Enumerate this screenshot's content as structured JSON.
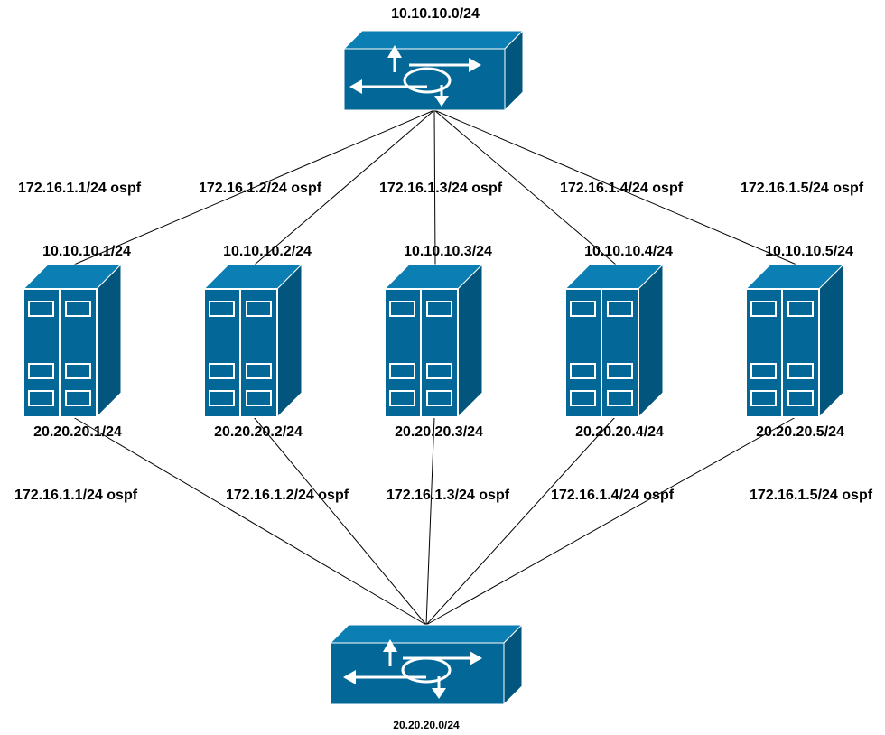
{
  "colors": {
    "device": "#036897",
    "device_side": "#02557c",
    "device_top": "#0b7eb3",
    "line": "#000000",
    "glyph": "#ffffff"
  },
  "top_switch": {
    "icon": "switch-icon",
    "network_label": "10.10.10.0/24"
  },
  "bottom_switch": {
    "icon": "switch-icon",
    "network_label": "20.20.20.0/24"
  },
  "servers": [
    {
      "icon": "server-rack-icon",
      "top_ip": "10.10.10.1/24",
      "bottom_ip": "20.20.20.1/24",
      "upper_link_label": "172.16.1.1/24 ospf",
      "lower_link_label": "172.16.1.1/24 ospf"
    },
    {
      "icon": "server-rack-icon",
      "top_ip": "10.10.10.2/24",
      "bottom_ip": "20.20.20.2/24",
      "upper_link_label": "172.16.1.2/24 ospf",
      "lower_link_label": "172.16.1.2/24 ospf"
    },
    {
      "icon": "server-rack-icon",
      "top_ip": "10.10.10.3/24",
      "bottom_ip": "20.20.20.3/24",
      "upper_link_label": "172.16.1.3/24 ospf",
      "lower_link_label": "172.16.1.3/24 ospf"
    },
    {
      "icon": "server-rack-icon",
      "top_ip": "10.10.10.4/24",
      "bottom_ip": "20.20.20.4/24",
      "upper_link_label": "172.16.1.4/24 ospf",
      "lower_link_label": "172.16.1.4/24 ospf"
    },
    {
      "icon": "server-rack-icon",
      "top_ip": "10.10.10.5/24",
      "bottom_ip": "20.20.20.5/24",
      "upper_link_label": "172.16.1.5/24 ospf",
      "lower_link_label": "172.16.1.5/24 ospf"
    }
  ]
}
